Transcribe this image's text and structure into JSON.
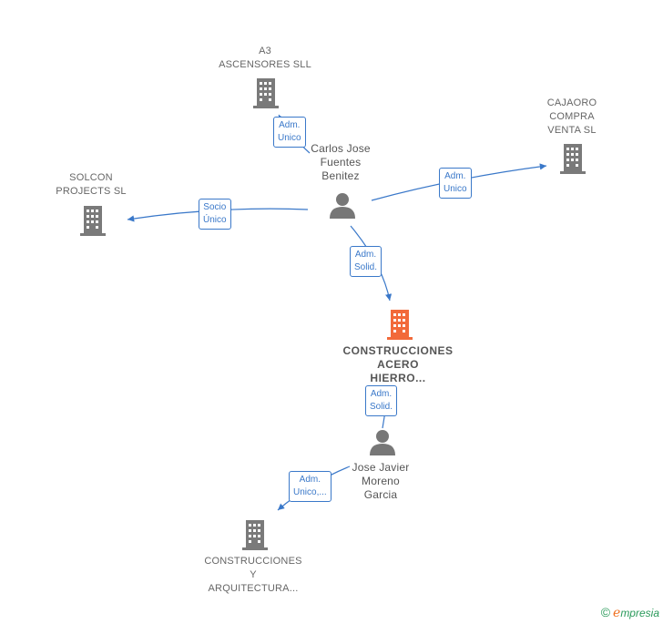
{
  "nodes": {
    "a3": {
      "label1": "A3",
      "label2": "ASCENSORES SLL"
    },
    "cajaoro": {
      "label1": "CAJAORO",
      "label2": "COMPRA",
      "label3": "VENTA SL"
    },
    "solcon": {
      "label1": "SOLCON",
      "label2": "PROJECTS SL"
    },
    "carlos": {
      "label1": "Carlos Jose",
      "label2": "Fuentes",
      "label3": "Benitez"
    },
    "main": {
      "label1": "CONSTRUCCIONES",
      "label2": "ACERO",
      "label3": "HIERRO..."
    },
    "jose": {
      "label1": "Jose Javier",
      "label2": "Moreno",
      "label3": "Garcia"
    },
    "arq": {
      "label1": "CONSTRUCCIONES",
      "label2": "Y",
      "label3": "ARQUITECTURA..."
    }
  },
  "edges": {
    "carlos_a3": {
      "line1": "Adm.",
      "line2": "Unico"
    },
    "carlos_cajaoro": {
      "line1": "Adm.",
      "line2": "Unico"
    },
    "carlos_solcon": {
      "line1": "Socio",
      "line2": "Único"
    },
    "carlos_main": {
      "line1": "Adm.",
      "line2": "Solid."
    },
    "jose_main": {
      "line1": "Adm.",
      "line2": "Solid."
    },
    "jose_arq": {
      "line1": "Adm.",
      "line2": "Unico,..."
    }
  },
  "footer": {
    "copyright": "©",
    "brand_first": "e",
    "brand_rest": "mpresia"
  },
  "colors": {
    "edge": "#3a78c9",
    "company": "#7a7a7a",
    "main_company": "#f26a3a",
    "person": "#777777"
  }
}
